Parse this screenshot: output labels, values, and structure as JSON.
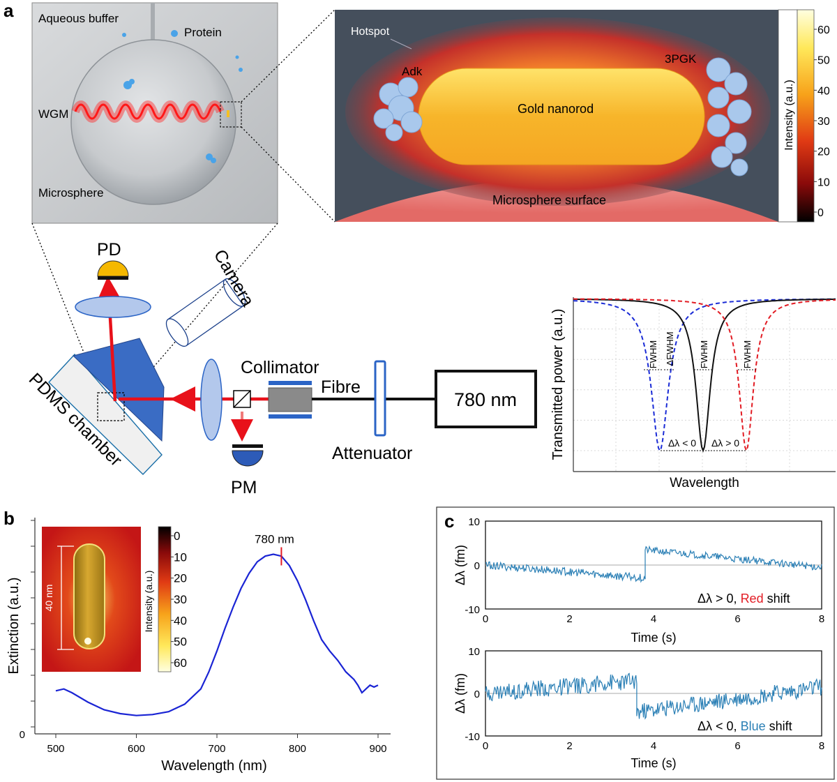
{
  "panel_letters": {
    "a": "a",
    "b": "b",
    "c": "c"
  },
  "render_labels": {
    "aqueous_buffer": "Aqueous buffer",
    "protein": "Protein",
    "wgm": "WGM",
    "microsphere": "Microsphere"
  },
  "zoom": {
    "hotspot": "Hotspot",
    "adk": "Adk",
    "pgk": "3PGK",
    "gold_nanorod": "Gold nanorod",
    "surface": "Microsphere surface",
    "colorbar_title": "Intensity (a.u.)",
    "colorbar_ticks": [
      "60",
      "50",
      "40",
      "30",
      "20",
      "10",
      "0"
    ]
  },
  "setup": {
    "pd": "PD",
    "camera": "Camera",
    "collimator": "Collimator",
    "fibre": "Fibre",
    "laser": "780 nm",
    "attenuator": "Attenuator",
    "pdms": "PDMS chamber",
    "pm": "PM"
  },
  "colors": {
    "laser_beam": "#e8111a",
    "optic_blue": "#2b64c6",
    "prism_dark": "#3a6cc4",
    "lorentz_blue": "#1a2bd6",
    "lorentz_red": "#e21c24",
    "trace": "#2a7fb5",
    "spectrum": "#1a24d4",
    "detector_pd": "#f5b800",
    "detector_pm": "#2d5bb8"
  },
  "chart_data": [
    {
      "type": "line",
      "id": "transmission_schematic",
      "xlabel": "Wavelength",
      "ylabel": "Transmitted power (a.u.)",
      "annotations": [
        "FWHM",
        "ΔFWHM",
        "FWHM",
        "FWHM",
        "Δλ < 0",
        "Δλ > 0"
      ],
      "series": [
        {
          "style": "blue dashed",
          "center": -1,
          "fwhm": 0.48
        },
        {
          "style": "black solid",
          "center": 0,
          "fwhm": 0.4
        },
        {
          "style": "red dashed",
          "center": 1,
          "fwhm": 0.4
        }
      ]
    },
    {
      "type": "line",
      "id": "extinction_spectrum",
      "xlabel": "Wavelength (nm)",
      "ylabel": "Extinction (a.u.)",
      "x_ticks": [
        "500",
        "600",
        "700",
        "800",
        "900"
      ],
      "y_ticks": [
        "0"
      ],
      "xlim": [
        480,
        905
      ],
      "ylim": [
        0,
        1.0
      ],
      "peak_label": "780 nm",
      "x": [
        500,
        510,
        520,
        540,
        560,
        580,
        600,
        620,
        640,
        660,
        680,
        690,
        700,
        710,
        720,
        730,
        740,
        750,
        760,
        770,
        780,
        790,
        800,
        810,
        820,
        830,
        840,
        850,
        860,
        870,
        875,
        880,
        885,
        890,
        895,
        900
      ],
      "values": [
        0.19,
        0.2,
        0.18,
        0.13,
        0.09,
        0.07,
        0.06,
        0.065,
        0.08,
        0.12,
        0.2,
        0.29,
        0.4,
        0.52,
        0.63,
        0.73,
        0.81,
        0.87,
        0.9,
        0.91,
        0.9,
        0.85,
        0.77,
        0.67,
        0.56,
        0.46,
        0.4,
        0.35,
        0.29,
        0.25,
        0.22,
        0.18,
        0.2,
        0.22,
        0.21,
        0.22
      ],
      "inset": {
        "scale_label": "40 nm",
        "colorbar_title": "Intensity (a.u.)",
        "colorbar_ticks": [
          "0",
          "10",
          "20",
          "30",
          "40",
          "50",
          "60"
        ]
      }
    },
    {
      "type": "line",
      "id": "red_shift_trace",
      "xlabel": "Time (s)",
      "ylabel": "Δλ (fm)",
      "x_ticks": [
        "0",
        "2",
        "4",
        "6",
        "8"
      ],
      "y_ticks": [
        "10",
        "0",
        "-10"
      ],
      "xlim": [
        0,
        8
      ],
      "ylim": [
        -10,
        10
      ],
      "legend_prefix": "Δλ > 0, ",
      "legend_color_word": "Red",
      "legend_suffix": " shift",
      "segments": [
        {
          "t0": 0,
          "t1": 3.8,
          "start": 0,
          "end": -3,
          "noise": 0.9
        },
        {
          "t0": 3.8,
          "t1": 8,
          "start": 3.5,
          "end": -0.5,
          "noise": 0.8
        }
      ]
    },
    {
      "type": "line",
      "id": "blue_shift_trace",
      "xlabel": "Time (s)",
      "ylabel": "Δλ (fm)",
      "x_ticks": [
        "0",
        "2",
        "4",
        "6",
        "8"
      ],
      "y_ticks": [
        "10",
        "0",
        "-10"
      ],
      "xlim": [
        0,
        8
      ],
      "ylim": [
        -10,
        10
      ],
      "legend_prefix": "Δλ < 0, ",
      "legend_color_word": "Blue",
      "legend_suffix": " shift",
      "segments": [
        {
          "t0": 0,
          "t1": 3.6,
          "start": 0,
          "end": 3,
          "noise": 2.0
        },
        {
          "t0": 3.6,
          "t1": 8,
          "start": -4.5,
          "end": 1.5,
          "noise": 2.0
        }
      ]
    }
  ]
}
